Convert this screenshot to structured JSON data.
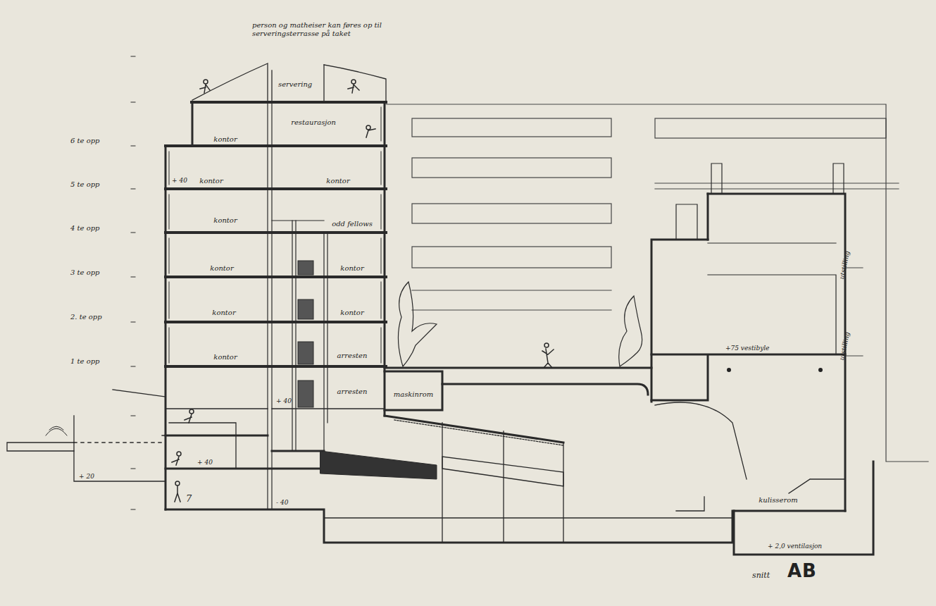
{
  "diagram": {
    "nodes": [
      {
        "text": [
          "kontor"
        ]
      },
      {
        "text": [
          "restaurasjon"
        ]
      },
      {
        "text": [
          "kontor"
        ]
      },
      {
        "text": [
          "kontor"
        ]
      },
      {
        "text": [
          "kontor"
        ]
      },
      {
        "text": [
          "odd fellows"
        ]
      },
      {
        "text": [
          "kontor"
        ]
      },
      {
        "text": [
          "kontor"
        ]
      },
      {
        "text": [
          "kontor"
        ]
      },
      {
        "text": [
          "kontor"
        ]
      },
      {
        "text": [
          "kontor"
        ]
      },
      {
        "text": [
          "arresten"
        ]
      },
      {
        "text": [
          "arresten"
        ]
      },
      {
        "text": [
          "maskinrom"
        ]
      },
      {
        "text": [
          "kulisserom"
        ]
      }
    ],
    "labels": [
      "person og matheiser kan føres op til serveringsterrasse på taket",
      "servering",
      "6 te opp",
      "5 te opp",
      "4 te opp",
      "3 te opp",
      "2. te opp",
      "1 te opp",
      "+ 40",
      "+ 40",
      "+ 40",
      "- 40",
      "+ 20",
      "7",
      "+75 vestibyle",
      "+ 2,0 ventilasjon",
      "utstilling",
      "utstilling",
      "snitt",
      "AB"
    ]
  }
}
